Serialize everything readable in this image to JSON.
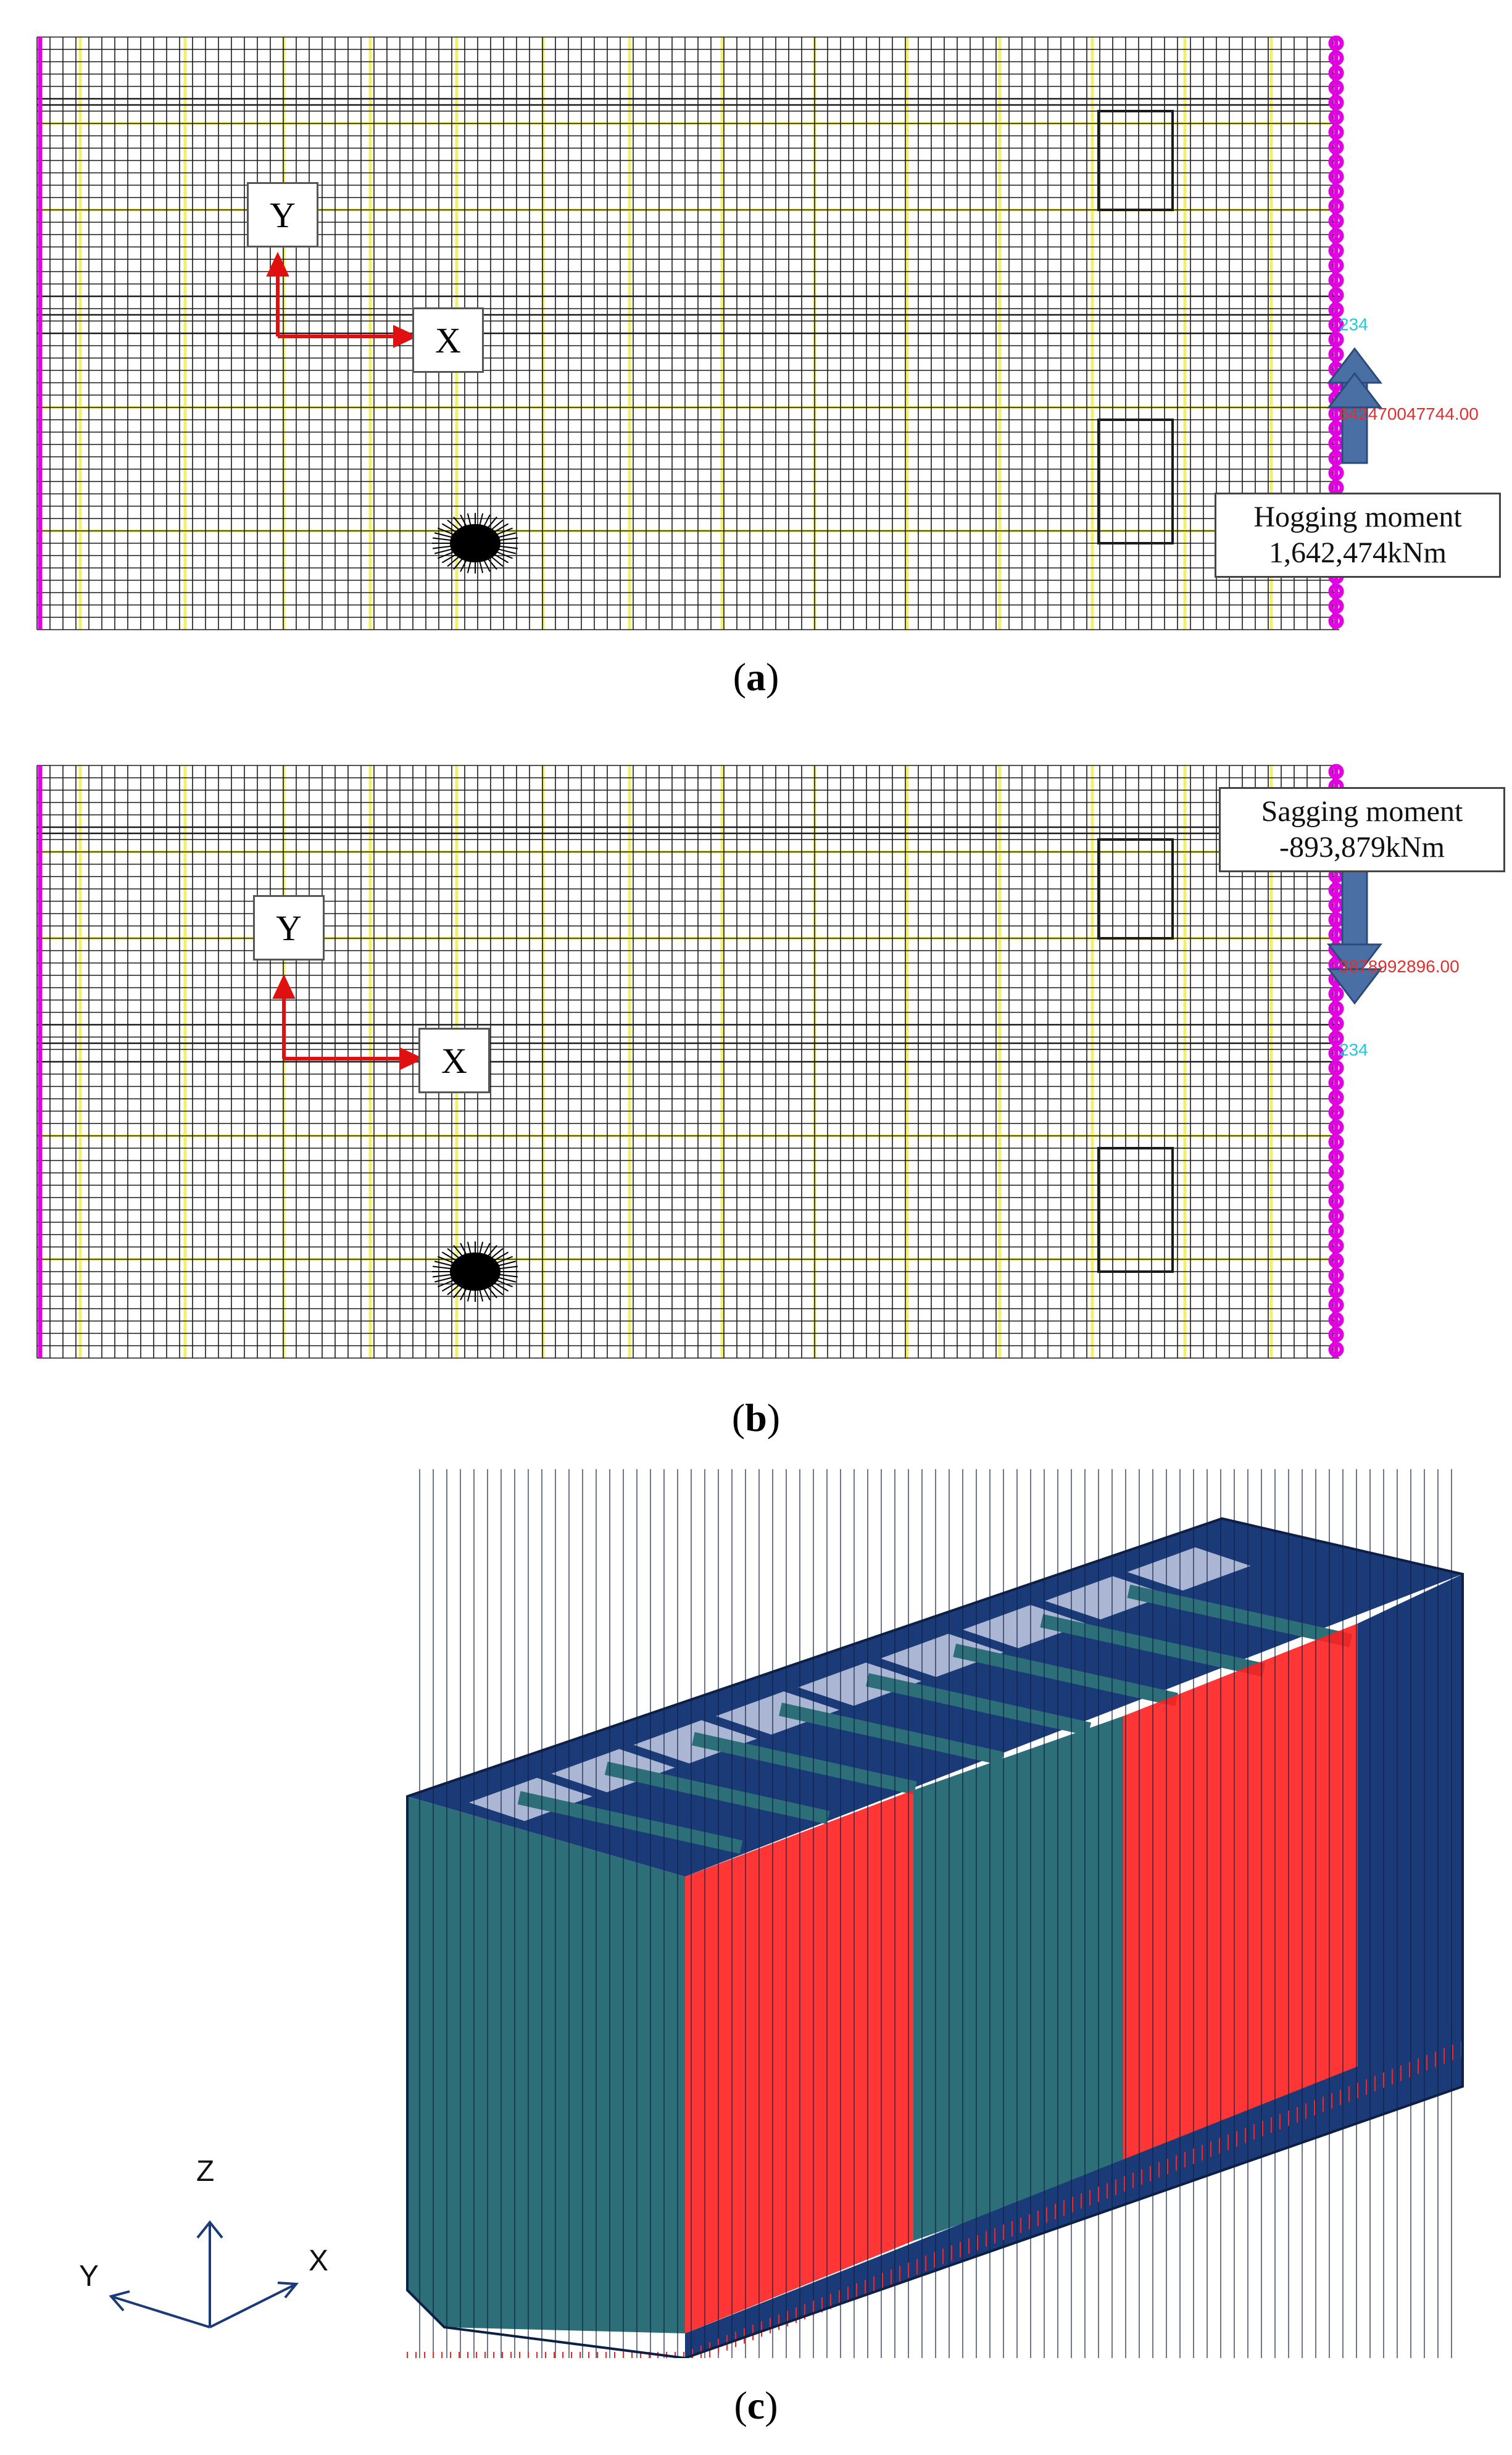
{
  "panels": [
    {
      "caption": "a",
      "axes": {
        "y_label": "Y",
        "x_label": "X"
      },
      "callout": {
        "line1": "Hogging moment",
        "line2": "1,642,474kNm"
      },
      "node_label": "234",
      "moment_readout": "642470047744.00",
      "arrow_direction": "up"
    },
    {
      "caption": "b",
      "axes": {
        "y_label": "Y",
        "x_label": "X"
      },
      "callout": {
        "line1": "Sagging moment",
        "line2": "-893,879kNm"
      },
      "node_label": "234",
      "moment_readout": "3878992896.00",
      "arrow_direction": "down"
    },
    {
      "caption": "c",
      "axes": {
        "z_label": "Z",
        "y_label": "Y",
        "x_label": "X"
      }
    }
  ],
  "colors": {
    "mesh_line": "#1a1a1a",
    "mesh_yellow": "#f2ef6a",
    "boundary": "#e000e0",
    "moment_arrow": "#4a6fa5",
    "readout_text": "#e03030",
    "node_text": "#20c8e0",
    "axis_red": "#e01010",
    "fem_blue": "#1b3a78",
    "fem_teal": "#2d6f78",
    "fem_light": "#aab6d4",
    "load_red": "#ff2020"
  }
}
